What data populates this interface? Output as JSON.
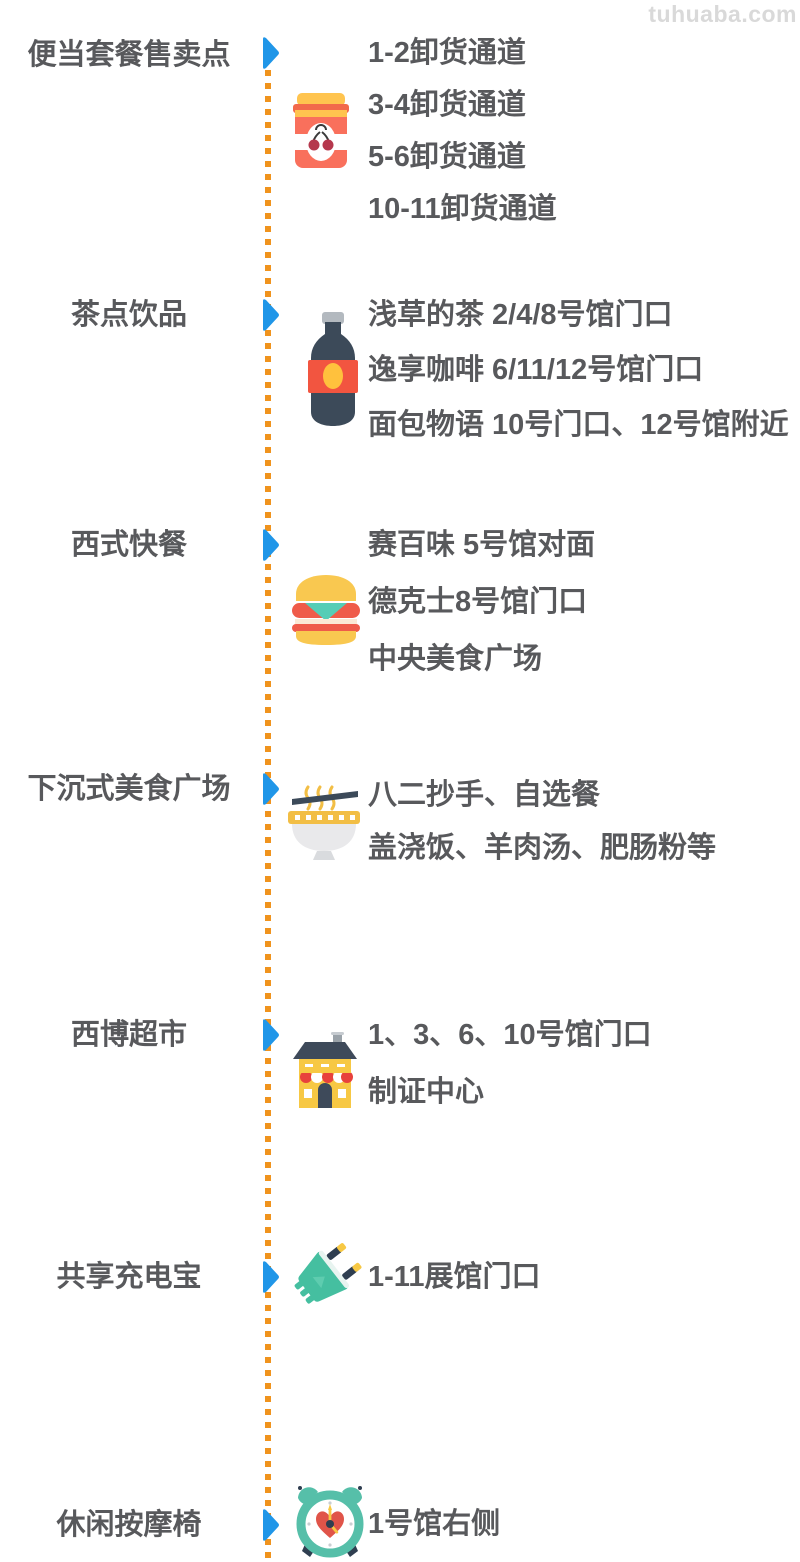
{
  "watermark": "tuhuaba.com",
  "colors": {
    "arrow_blue": "#2096e8",
    "dots_orange": "#f0931d",
    "text_gray": "#58595c",
    "watermark_gray": "#d9d9d9"
  },
  "sections": [
    {
      "label": "便当套餐售卖点",
      "icon": "jam-jar-icon",
      "items": [
        "1-2卸货通道",
        "3-4卸货通道",
        "5-6卸货通道",
        "10-11卸货通道"
      ]
    },
    {
      "label": "茶点饮品",
      "icon": "drink-bottle-icon",
      "items": [
        "浅草的茶 2/4/8号馆门口",
        "逸享咖啡 6/11/12号馆门口",
        "面包物语 10号门口、12号馆附近"
      ]
    },
    {
      "label": "西式快餐",
      "icon": "hamburger-icon",
      "items": [
        "赛百味 5号馆对面",
        "德克士8号馆门口",
        "中央美食广场"
      ]
    },
    {
      "label": "下沉式美食广场",
      "icon": "noodle-bowl-icon",
      "items": [
        "八二抄手、自选餐",
        "盖浇饭、羊肉汤、肥肠粉等"
      ]
    },
    {
      "label": "西博超市",
      "icon": "storefront-icon",
      "items": [
        "1、3、6、10号馆门口",
        "制证中心"
      ]
    },
    {
      "label": "共享充电宝",
      "icon": "power-plug-icon",
      "items": [
        "1-11展馆门口"
      ]
    },
    {
      "label": "休闲按摩椅",
      "icon": "alarm-clock-icon",
      "items": [
        "1号馆右侧"
      ]
    }
  ]
}
